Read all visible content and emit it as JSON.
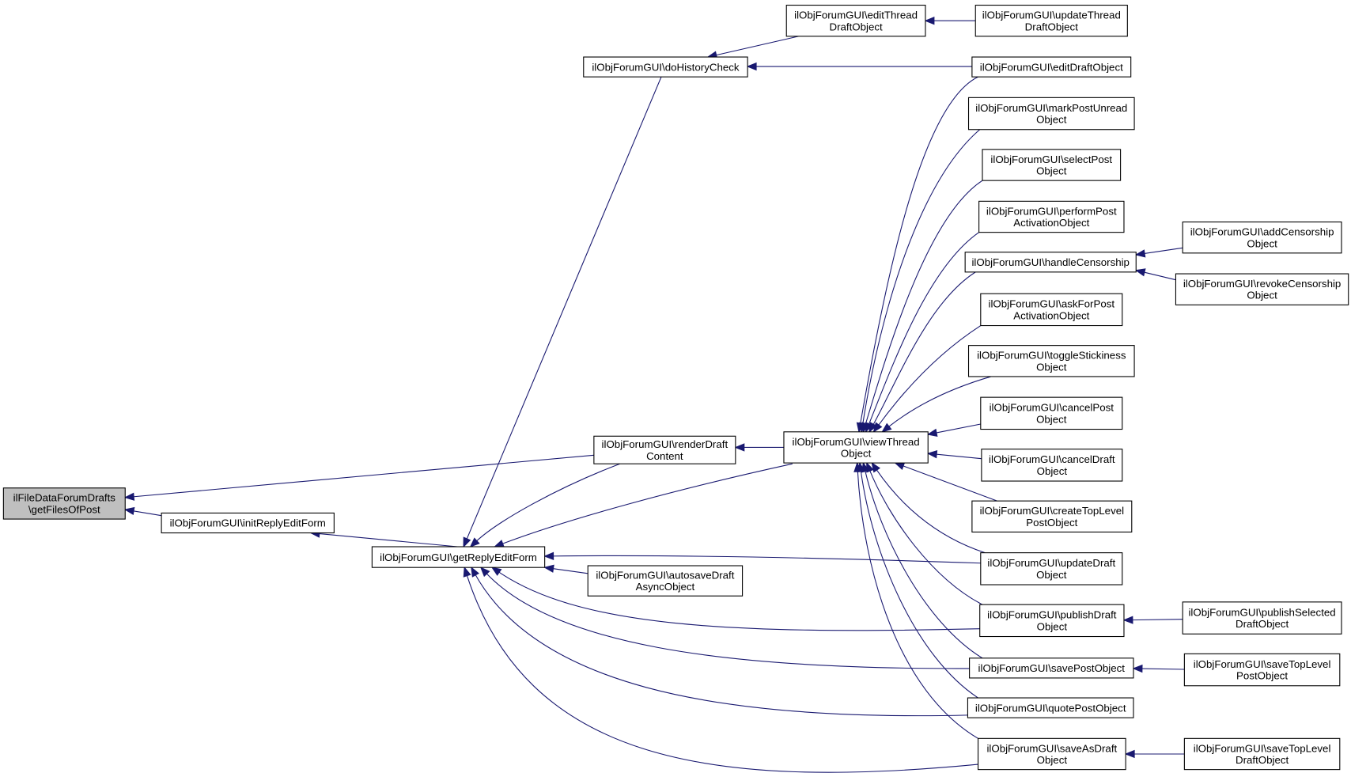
{
  "title": "Caller graph of ilFileDataForumDrafts\\getFilesOfPost",
  "colors": {
    "edge": "#191970",
    "root_fill": "#bfbfbf",
    "node_fill": "#ffffff",
    "border": "#000000"
  },
  "nodes": [
    {
      "id": "root",
      "lines": [
        "ilFileDataForumDrafts",
        "\\getFilesOfPost"
      ],
      "root": true
    },
    {
      "id": "initReplyEditForm",
      "lines": [
        "ilObjForumGUI\\initReplyEditForm"
      ]
    },
    {
      "id": "getReplyEditForm",
      "lines": [
        "ilObjForumGUI\\getReplyEditForm"
      ]
    },
    {
      "id": "doHistoryCheck",
      "lines": [
        "ilObjForumGUI\\doHistoryCheck"
      ]
    },
    {
      "id": "renderDraftContent",
      "lines": [
        "ilObjForumGUI\\renderDraft",
        "Content"
      ]
    },
    {
      "id": "autosaveDraftAsyncObject",
      "lines": [
        "ilObjForumGUI\\autosaveDraft",
        "AsyncObject"
      ]
    },
    {
      "id": "editThreadDraftObject",
      "lines": [
        "ilObjForumGUI\\editThread",
        "DraftObject"
      ]
    },
    {
      "id": "viewThreadObject",
      "lines": [
        "ilObjForumGUI\\viewThread",
        "Object"
      ]
    },
    {
      "id": "updateThreadDraftObject",
      "lines": [
        "ilObjForumGUI\\updateThread",
        "DraftObject"
      ]
    },
    {
      "id": "editDraftObject",
      "lines": [
        "ilObjForumGUI\\editDraftObject"
      ]
    },
    {
      "id": "markPostUnreadObject",
      "lines": [
        "ilObjForumGUI\\markPostUnread",
        "Object"
      ]
    },
    {
      "id": "selectPostObject",
      "lines": [
        "ilObjForumGUI\\selectPost",
        "Object"
      ]
    },
    {
      "id": "performPostActivationObject",
      "lines": [
        "ilObjForumGUI\\performPost",
        "ActivationObject"
      ]
    },
    {
      "id": "handleCensorship",
      "lines": [
        "ilObjForumGUI\\handleCensorship"
      ]
    },
    {
      "id": "askForPostActivationObject",
      "lines": [
        "ilObjForumGUI\\askForPost",
        "ActivationObject"
      ]
    },
    {
      "id": "toggleStickinessObject",
      "lines": [
        "ilObjForumGUI\\toggleStickiness",
        "Object"
      ]
    },
    {
      "id": "cancelPostObject",
      "lines": [
        "ilObjForumGUI\\cancelPost",
        "Object"
      ]
    },
    {
      "id": "cancelDraftObject",
      "lines": [
        "ilObjForumGUI\\cancelDraft",
        "Object"
      ]
    },
    {
      "id": "createTopLevelPostObject",
      "lines": [
        "ilObjForumGUI\\createTopLevel",
        "PostObject"
      ]
    },
    {
      "id": "updateDraftObject",
      "lines": [
        "ilObjForumGUI\\updateDraft",
        "Object"
      ]
    },
    {
      "id": "publishDraftObject",
      "lines": [
        "ilObjForumGUI\\publishDraft",
        "Object"
      ]
    },
    {
      "id": "savePostObject",
      "lines": [
        "ilObjForumGUI\\savePostObject"
      ]
    },
    {
      "id": "quotePostObject",
      "lines": [
        "ilObjForumGUI\\quotePostObject"
      ]
    },
    {
      "id": "saveAsDraftObject",
      "lines": [
        "ilObjForumGUI\\saveAsDraft",
        "Object"
      ]
    },
    {
      "id": "addCensorshipObject",
      "lines": [
        "ilObjForumGUI\\addCensorship",
        "Object"
      ]
    },
    {
      "id": "revokeCensorshipObject",
      "lines": [
        "ilObjForumGUI\\revokeCensorship",
        "Object"
      ]
    },
    {
      "id": "publishSelectedDraftObject",
      "lines": [
        "ilObjForumGUI\\publishSelected",
        "DraftObject"
      ]
    },
    {
      "id": "saveTopLevelPostObject",
      "lines": [
        "ilObjForumGUI\\saveTopLevel",
        "PostObject"
      ]
    },
    {
      "id": "saveTopLevelDraftObject",
      "lines": [
        "ilObjForumGUI\\saveTopLevel",
        "DraftObject"
      ]
    }
  ],
  "edges": [
    {
      "from": "renderDraftContent",
      "to": "root"
    },
    {
      "from": "initReplyEditForm",
      "to": "root"
    },
    {
      "from": "getReplyEditForm",
      "to": "initReplyEditForm"
    },
    {
      "from": "doHistoryCheck",
      "to": "getReplyEditForm"
    },
    {
      "from": "renderDraftContent",
      "to": "getReplyEditForm"
    },
    {
      "from": "viewThreadObject",
      "to": "getReplyEditForm"
    },
    {
      "from": "updateDraftObject",
      "to": "getReplyEditForm"
    },
    {
      "from": "autosaveDraftAsyncObject",
      "to": "getReplyEditForm"
    },
    {
      "from": "publishDraftObject",
      "to": "getReplyEditForm"
    },
    {
      "from": "savePostObject",
      "to": "getReplyEditForm"
    },
    {
      "from": "quotePostObject",
      "to": "getReplyEditForm"
    },
    {
      "from": "saveAsDraftObject",
      "to": "getReplyEditForm"
    },
    {
      "from": "editThreadDraftObject",
      "to": "doHistoryCheck"
    },
    {
      "from": "editDraftObject",
      "to": "doHistoryCheck"
    },
    {
      "from": "updateThreadDraftObject",
      "to": "editThreadDraftObject"
    },
    {
      "from": "viewThreadObject",
      "to": "renderDraftContent"
    },
    {
      "from": "editDraftObject",
      "to": "viewThreadObject"
    },
    {
      "from": "markPostUnreadObject",
      "to": "viewThreadObject"
    },
    {
      "from": "selectPostObject",
      "to": "viewThreadObject"
    },
    {
      "from": "performPostActivationObject",
      "to": "viewThreadObject"
    },
    {
      "from": "handleCensorship",
      "to": "viewThreadObject"
    },
    {
      "from": "askForPostActivationObject",
      "to": "viewThreadObject"
    },
    {
      "from": "toggleStickinessObject",
      "to": "viewThreadObject"
    },
    {
      "from": "cancelPostObject",
      "to": "viewThreadObject"
    },
    {
      "from": "cancelDraftObject",
      "to": "viewThreadObject"
    },
    {
      "from": "createTopLevelPostObject",
      "to": "viewThreadObject"
    },
    {
      "from": "updateDraftObject",
      "to": "viewThreadObject"
    },
    {
      "from": "publishDraftObject",
      "to": "viewThreadObject"
    },
    {
      "from": "savePostObject",
      "to": "viewThreadObject"
    },
    {
      "from": "quotePostObject",
      "to": "viewThreadObject"
    },
    {
      "from": "saveAsDraftObject",
      "to": "viewThreadObject"
    },
    {
      "from": "addCensorshipObject",
      "to": "handleCensorship"
    },
    {
      "from": "revokeCensorshipObject",
      "to": "handleCensorship"
    },
    {
      "from": "publishSelectedDraftObject",
      "to": "publishDraftObject"
    },
    {
      "from": "saveTopLevelPostObject",
      "to": "savePostObject"
    },
    {
      "from": "saveTopLevelDraftObject",
      "to": "saveAsDraftObject"
    }
  ]
}
